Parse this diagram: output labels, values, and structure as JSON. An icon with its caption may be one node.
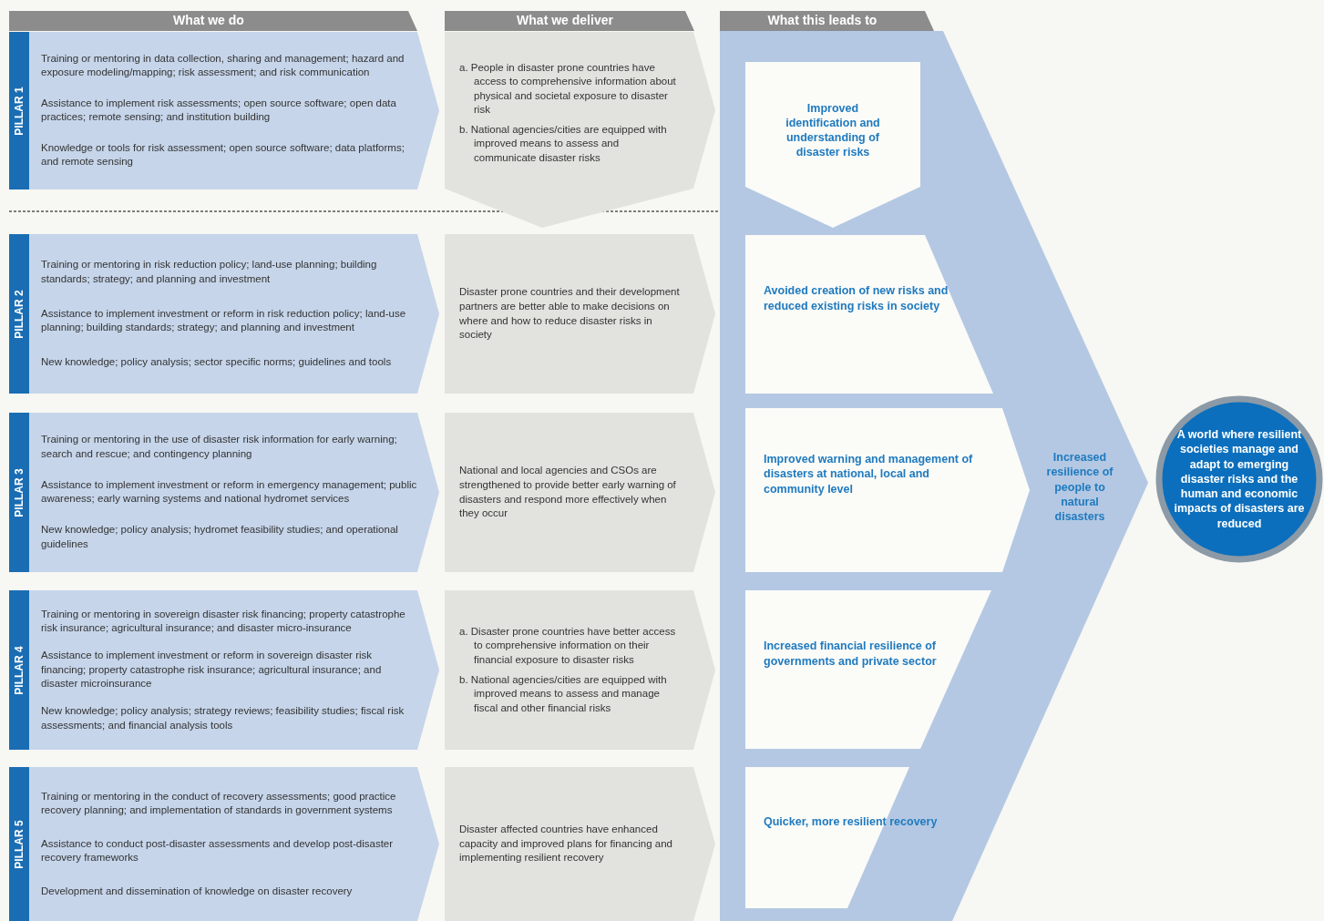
{
  "diagram": {
    "nodes": [
      {
        "text": [
          "What we do"
        ]
      },
      {
        "text": [
          "What we deliver"
        ]
      },
      {
        "text": [
          "What this leads to"
        ]
      },
      {
        "text": [
          "Increased resilience of people to natural disasters"
        ]
      },
      {
        "text": [
          "PILLAR 1",
          "Training or mentoring in data collection, sharing and management; hazard and exposure modeling/mapping; risk assessment; and risk communication",
          "Assistance to implement risk assessments; open source software; open data practices; remote sensing; and institution building",
          "Knowledge or tools for risk assessment; open source software; data platforms; and remote sensing"
        ]
      },
      {
        "text": [
          "a. People in disaster prone countries have access to comprehensive information about physical and societal exposure to disaster risk",
          "b. National agencies/cities are equipped with improved means to assess and communicate disaster risks"
        ]
      },
      {
        "text": [
          "Improved identification and understanding of disaster risks"
        ],
        "in": 3
      },
      {
        "text": [
          "PILLAR 2",
          "Training or mentoring in risk reduction policy; land-use planning; building standards; strategy; and planning and investment",
          "Assistance to implement investment or reform in risk reduction policy; land-use planning; building standards; strategy; and planning and investment",
          "New knowledge; policy analysis; sector specific norms; guidelines and tools"
        ]
      },
      {
        "text": [
          "Disaster prone countries and their development partners are better able to make decisions on where and how to reduce disaster risks in society"
        ]
      },
      {
        "text": [
          "Avoided creation of new risks and reduced existing risks in society"
        ],
        "in": 3
      },
      {
        "text": [
          "PILLAR 3",
          "Training or mentoring in the use of disaster risk information for early warning; search and rescue; and contingency planning",
          "Assistance to implement investment or reform in emergency management; public awareness; early warning systems and national hydromet services",
          "New knowledge; policy analysis; hydromet feasibility studies; and operational guidelines"
        ]
      },
      {
        "text": [
          "National and local agencies and CSOs are strengthened to provide better early warning of disasters and respond more effectively when they occur"
        ]
      },
      {
        "text": [
          "Improved warning and management of disasters at national, local and community level"
        ],
        "in": 3
      },
      {
        "text": [
          "PILLAR 4",
          "Training or mentoring in sovereign disaster risk financing; property catastrophe risk insurance; agricultural insurance; and disaster micro-insurance",
          "Assistance to implement investment or reform in sovereign disaster risk financing; property catastrophe risk insurance; agricultural insurance; and disaster microinsurance",
          "New knowledge; policy analysis; strategy reviews; feasibility studies; fiscal risk assessments; and financial analysis tools"
        ]
      },
      {
        "text": [
          "a. Disaster prone countries have better access to comprehensive information on their financial exposure to disaster risks",
          "b. National agencies/cities are equipped with improved means to assess and manage fiscal and other financial risks"
        ]
      },
      {
        "text": [
          "Increased financial resilience of governments and private sector"
        ],
        "in": 3
      },
      {
        "text": [
          "PILLAR 5",
          "Training or mentoring in the conduct of recovery assessments; good practice recovery planning; and implementation of standards in government systems",
          "Assistance to conduct post-disaster assessments and develop post-disaster recovery frameworks",
          "Development and dissemination of knowledge on disaster recovery"
        ]
      },
      {
        "text": [
          "Disaster affected countries have enhanced capacity and improved plans for financing and implementing resilient recovery"
        ]
      },
      {
        "text": [
          "Quicker, more resilient recovery"
        ],
        "in": 3
      },
      {
        "text": [
          "A world where resilient societies manage and adapt to emerging disaster risks and the human and economic impacts of disasters are reduced"
        ]
      }
    ]
  }
}
